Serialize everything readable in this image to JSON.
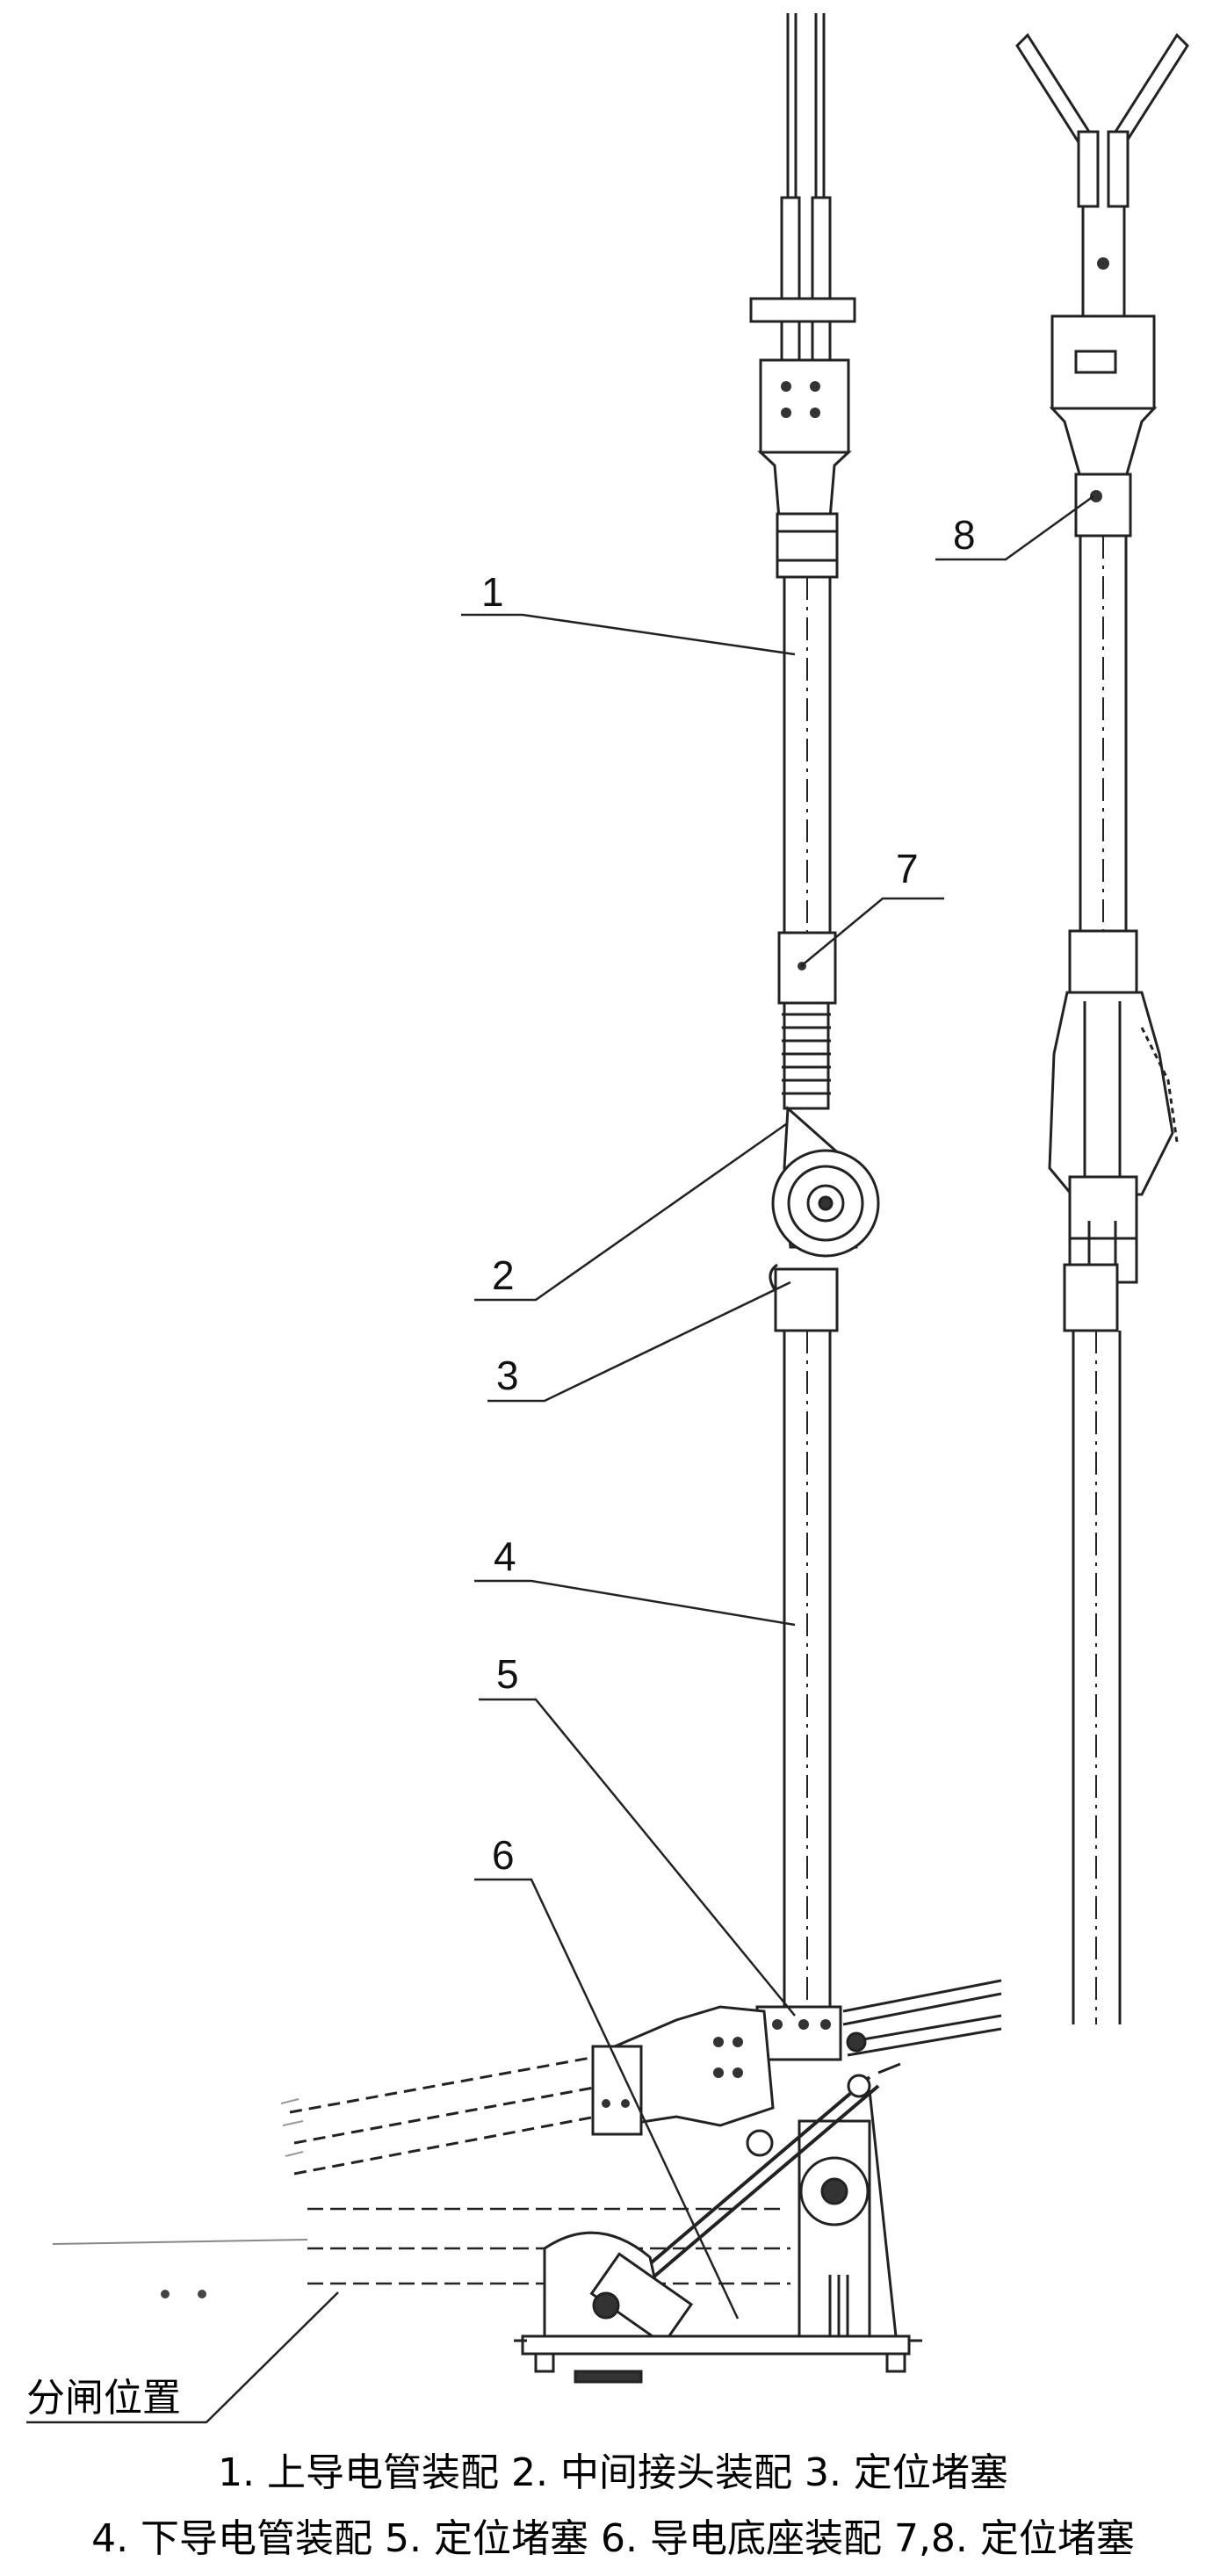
{
  "part_labels": [
    "1",
    "2",
    "3",
    "4",
    "5",
    "6",
    "7",
    "8"
  ],
  "position_label": "分闸位置",
  "caption": {
    "line1": "1. 上导电管装配 2. 中间接头装配 3. 定位堵塞",
    "line2": "4. 下导电管装配 5. 定位堵塞 6. 导电底座装配 7,8. 定位堵塞"
  }
}
